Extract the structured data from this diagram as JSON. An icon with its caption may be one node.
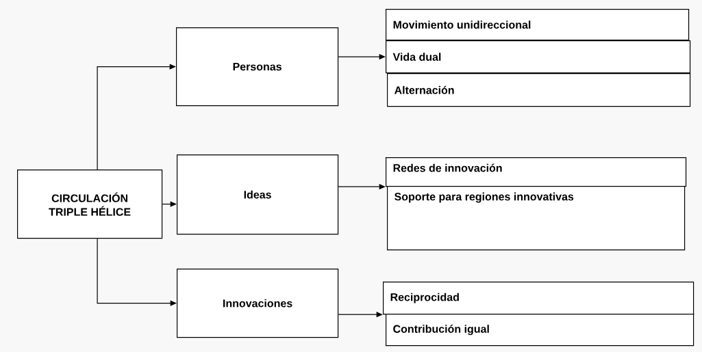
{
  "diagram": {
    "nodes": [
      {
        "text": [
          "CIRCULACIÓN TRIPLE HÉLICE"
        ]
      },
      {
        "text": [
          "Personas"
        ]
      },
      {
        "text": [
          "Ideas"
        ]
      },
      {
        "text": [
          "Innovaciones"
        ]
      },
      {
        "text": [
          "Movimiento unidireccional"
        ]
      },
      {
        "text": [
          "Vida dual"
        ]
      },
      {
        "text": [
          "Alternación"
        ]
      },
      {
        "text": [
          "Redes de innovación"
        ]
      },
      {
        "text": [
          "Soporte para regiones innovativas"
        ]
      },
      {
        "text": [
          "Reciprocidad"
        ]
      },
      {
        "text": [
          "Contribución igual"
        ]
      }
    ],
    "edges": [
      {
        "from": 0,
        "to": 1,
        "arrow": "to"
      },
      {
        "from": 0,
        "to": 2,
        "arrow": "to"
      },
      {
        "from": 0,
        "to": 3,
        "arrow": "to"
      },
      {
        "from": 1,
        "to": 5,
        "arrow": "to"
      },
      {
        "from": 2,
        "to": 7,
        "arrow": "to"
      },
      {
        "from": 3,
        "to": 9,
        "arrow": "to"
      }
    ]
  }
}
